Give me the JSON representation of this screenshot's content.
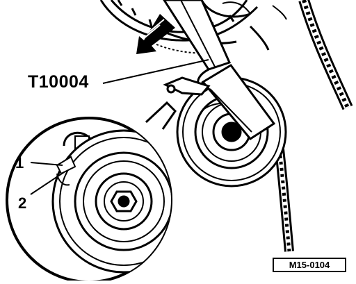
{
  "labels": {
    "tool": "T10004",
    "item_1": "1",
    "item_2": "2"
  },
  "reference_code": "M15-0104",
  "colors": {
    "ink": "#000000",
    "paper": "#ffffff"
  },
  "icons": [
    "direction-arrow-icon"
  ]
}
